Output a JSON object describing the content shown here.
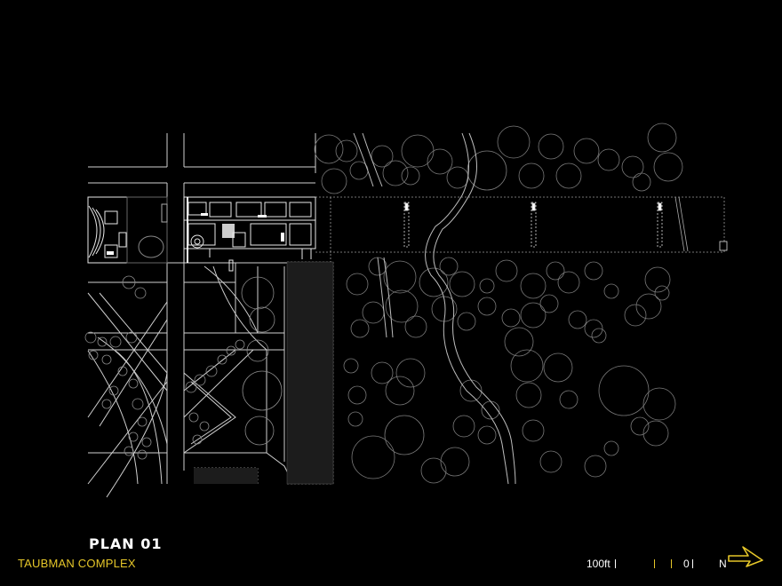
{
  "title": "PLAN 01",
  "project": "TAUBMAN COMPLEX",
  "scale_bar": {
    "label": "100ft",
    "zero_label": "0"
  },
  "north": {
    "label": "N",
    "icon": "north-arrow-icon"
  },
  "colors": {
    "background": "#000000",
    "linework": "#ffffff",
    "accent": "#e5c629",
    "building_fill": "#1c1c1c"
  }
}
